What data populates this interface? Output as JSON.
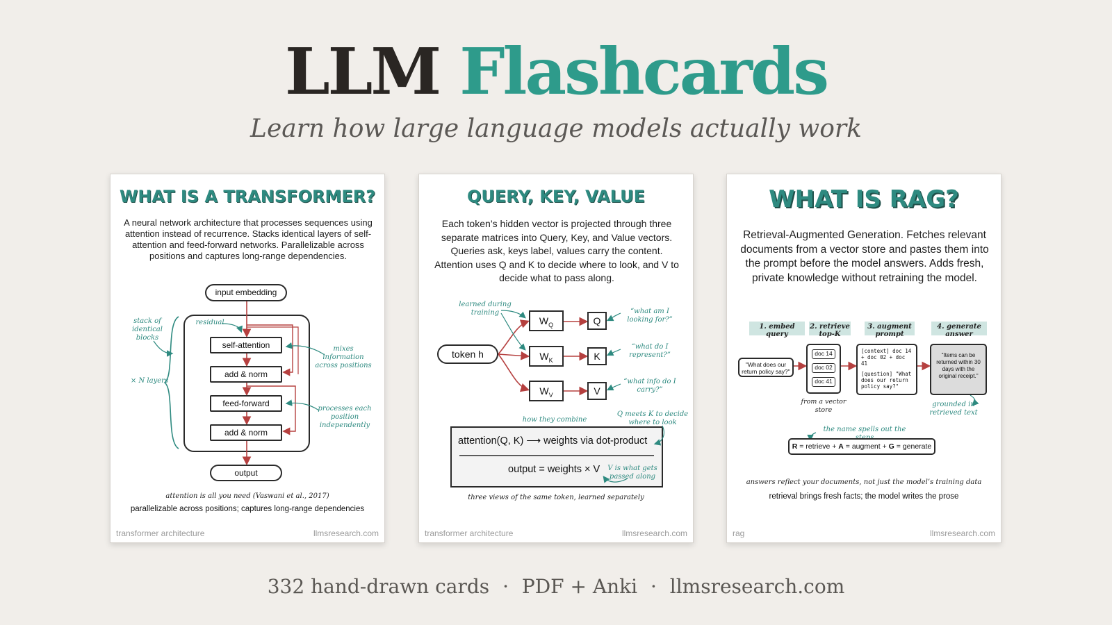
{
  "header": {
    "title_part1": "LLM",
    "title_part2": "Flashcards",
    "subtitle": "Learn how large language models actually work"
  },
  "footer": {
    "count": "332",
    "count_label": "hand-drawn cards",
    "formats": "PDF + Anki",
    "site": "llmsresearch.com",
    "separator": "·"
  },
  "colors": {
    "accent": "#2e9b8b",
    "arrow": "#b5403f",
    "background": "#f1eeea"
  },
  "cards": [
    {
      "title": "WHAT IS A TRANSFORMER?",
      "description": "A neural network architecture that processes sequences using attention instead of recurrence. Stacks identical layers of self-attention and feed-forward networks. Parallelizable across positions and captures long-range dependencies.",
      "nodes": {
        "input": "input embedding",
        "self_attention": "self-attention",
        "add_norm_1": "add & norm",
        "feed_forward": "feed-forward",
        "add_norm_2": "add & norm",
        "output": "output"
      },
      "notes": {
        "stack": "stack of identical blocks",
        "layers": "× N layers",
        "residual": "residual",
        "mixes": "mixes information across positions",
        "processes": "processes each position independently"
      },
      "caption_italic": "attention is all you need (Vaswani et al., 2017)",
      "caption": "parallelizable across positions; captures long-range dependencies",
      "footer_left": "transformer architecture",
      "footer_right": "llmsresearch.com"
    },
    {
      "title": "QUERY, KEY, VALUE",
      "description": "Each token’s hidden vector is projected through three separate matrices into Query, Key, and Value vectors. Queries ask, keys label, values carry the content. Attention uses Q and K to decide where to look, and V to decide what to pass along.",
      "token": "token h",
      "matrix_base": "W",
      "matrix_subs": [
        "Q",
        "K",
        "V"
      ],
      "vectors": [
        "Q",
        "K",
        "V"
      ],
      "questions": [
        "“what am I looking for?”",
        "“what do I represent?”",
        "“what info do I carry?”"
      ],
      "notes": {
        "learned": "learned during training",
        "combine": "how they combine",
        "qk": "Q meets K to decide where to look",
        "v": "V is what gets passed along"
      },
      "formula_1": "attention(Q, K) ⟶ weights via dot-product",
      "formula_2": "output = weights × V",
      "caption_italic": "three views of the same token, learned separately",
      "footer_left": "transformer architecture",
      "footer_right": "llmsresearch.com"
    },
    {
      "title": "WHAT IS RAG?",
      "description": "Retrieval-Augmented Generation. Fetches relevant documents from a vector store and pastes them into the prompt before the model answers. Adds fresh, private knowledge without retraining the model.",
      "steps": [
        "1. embed query",
        "2. retrieve top-K",
        "3. augment prompt",
        "4. generate answer"
      ],
      "query": "\"What does our return policy say?\"",
      "docs": [
        "doc 14",
        "doc 02",
        "doc 41"
      ],
      "store_label": "from a vector store",
      "prompt_text_1": "[context] doc 14 + doc 02 + doc 41",
      "prompt_text_2": "[question] \"What does our return policy say?\"",
      "answer": "\"Items can be returned within 30 days with the original receipt.\"",
      "notes": {
        "grounded": "grounded in retrieved text",
        "spells": "the name spells out the steps"
      },
      "acronym": {
        "r": "R",
        "r_word": "= retrieve +",
        "a": "A",
        "a_word": "= augment +",
        "g": "G",
        "g_word": "= generate"
      },
      "caption_italic": "answers reflect your documents, not just the model’s training data",
      "caption": "retrieval brings fresh facts; the model writes the prose",
      "footer_left": "rag",
      "footer_right": "llmsresearch.com"
    }
  ]
}
